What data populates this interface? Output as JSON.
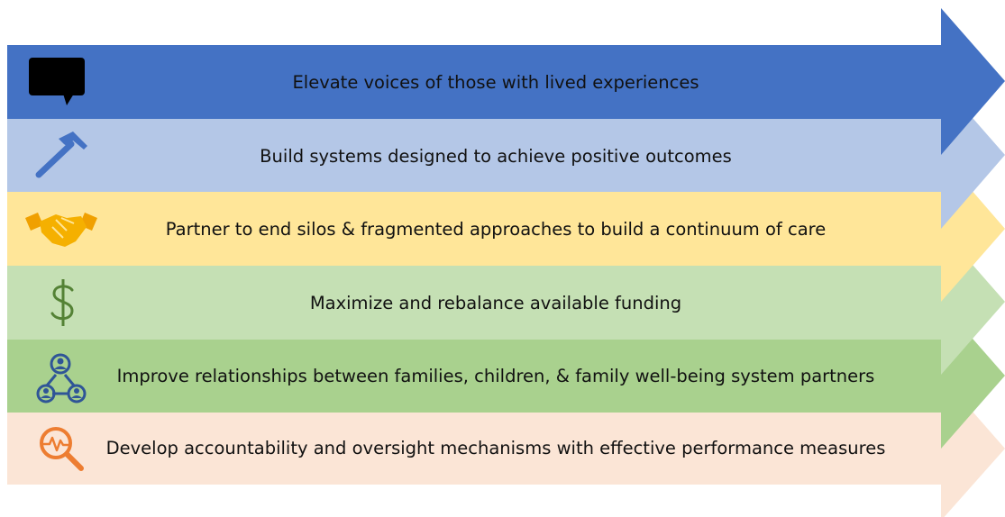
{
  "rows": [
    {
      "text": "Elevate voices of those with lived experiences",
      "color": "#4472c4",
      "icon": "speech-bubble-icon"
    },
    {
      "text": "Build systems designed to achieve positive outcomes",
      "color": "#b4c7e7",
      "icon": "hammer-icon"
    },
    {
      "text": "Partner to end silos & fragmented approaches to build a continuum of care",
      "color": "#ffe699",
      "icon": "handshake-icon"
    },
    {
      "text": "Maximize and rebalance available funding",
      "color": "#c5e0b4",
      "icon": "dollar-sign-icon"
    },
    {
      "text": "Improve relationships between families, children, & family well-being system partners",
      "color": "#a9d18e",
      "icon": "network-people-icon"
    },
    {
      "text": "Develop accountability and oversight mechanisms with effective performance measures",
      "color": "#fbe5d6",
      "icon": "magnify-chart-icon"
    }
  ]
}
